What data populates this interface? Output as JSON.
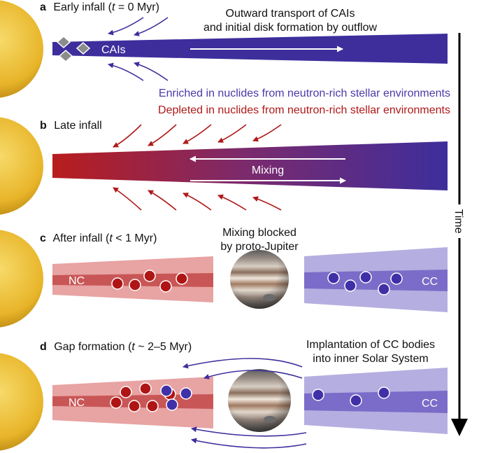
{
  "panels": {
    "a": {
      "letter": "a",
      "title_pre": "Early infall (",
      "title_var": "t",
      "title_post": " = 0 Myr)",
      "annotation_line1": "Outward transport of CAIs",
      "annotation_line2": "and initial disk formation by outflow",
      "cai_label": "CAIs"
    },
    "legend": {
      "enriched": "Enriched in nuclides from neutron-rich stellar environments",
      "depleted": "Depleted in nuclides from neutron-rich stellar environments"
    },
    "b": {
      "letter": "b",
      "title": "Late infall",
      "mixing_label": "Mixing"
    },
    "c": {
      "letter": "c",
      "title_pre": "After infall (",
      "title_var": "t",
      "title_post": " < 1 Myr)",
      "note_line1": "Mixing blocked",
      "note_line2": "by proto-Jupiter",
      "nc_label": "NC",
      "cc_label": "CC"
    },
    "d": {
      "letter": "d",
      "title_pre": "Gap formation (",
      "title_var": "t",
      "title_post": " ~ 2–5 Myr)",
      "note_line1": "Implantation of CC bodies",
      "note_line2": "into inner Solar System",
      "nc_label": "NC",
      "cc_label": "CC"
    }
  },
  "time_label": "Time",
  "colors": {
    "sun": "#e8b52a",
    "blue": "#3d2e9c",
    "red": "#b81d1d",
    "nc_light": "#e8a3a3",
    "nc_dark": "#c95656",
    "cc_light": "#b5aee0",
    "cc_dark": "#7a6cc8",
    "body_red": "#b01515",
    "body_blue": "#4030a8",
    "enriched_text": "#4b3aa8",
    "depleted_text": "#b01818"
  }
}
